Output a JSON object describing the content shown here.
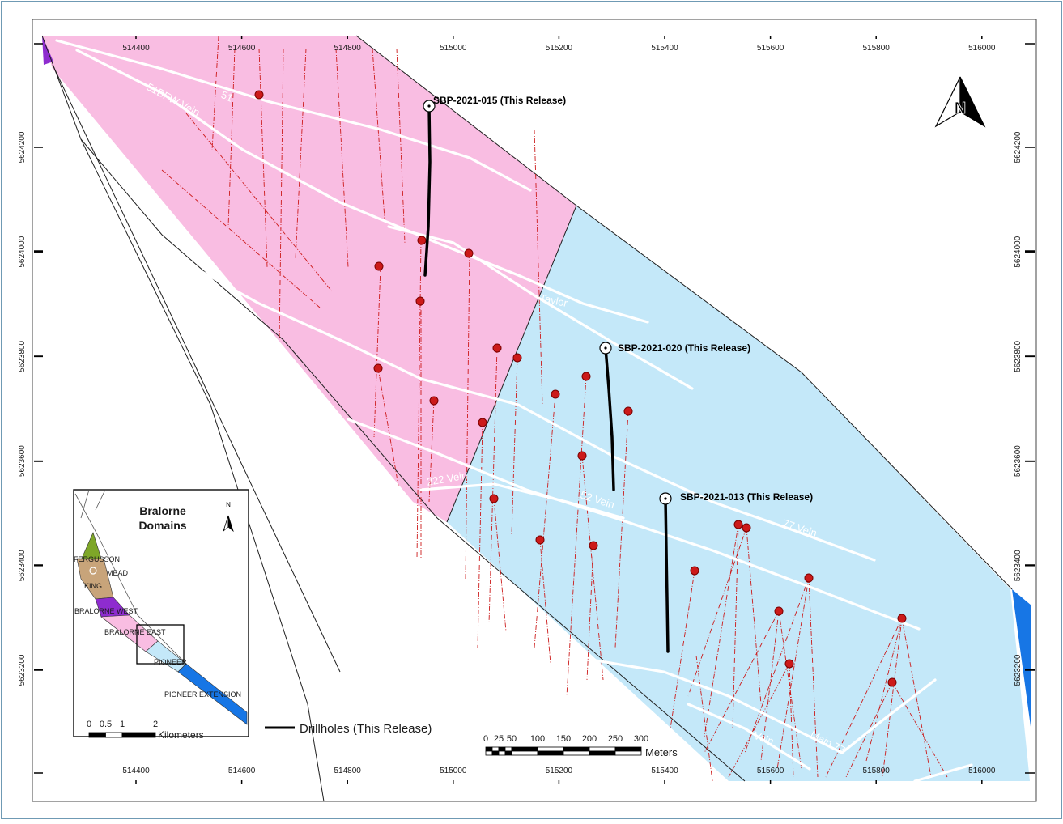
{
  "map": {
    "x_axis_ticks": [
      "514400",
      "514600",
      "514800",
      "515000",
      "515200",
      "515400",
      "515600",
      "515800",
      "516000"
    ],
    "y_axis_ticks": [
      "5624200",
      "5624000",
      "5623800",
      "5623600",
      "5623400",
      "5623200"
    ],
    "vein_labels": [
      "51BFW Vein",
      "51",
      "Taylor",
      "222 Vein",
      "52 Vein",
      "77 Vein",
      "Vein",
      "Main 77"
    ],
    "drillholes": [
      {
        "label": "SBP-2021-015 (This Release)"
      },
      {
        "label": "SBP-2021-020 (This Release)"
      },
      {
        "label": "SBP-2021-013 (This Release)"
      }
    ],
    "north_arrow": "N",
    "legend": {
      "drillholes_label": "Drillholes (This Release)"
    },
    "scale_bar": {
      "ticks": [
        "0",
        "25",
        "50",
        "100",
        "150",
        "200",
        "250",
        "300"
      ],
      "unit": "Meters"
    },
    "inset": {
      "title_line1": "Bralorne",
      "title_line2": "Domains",
      "north": "N",
      "domains": [
        "FERGUSSON",
        "MEAD",
        "KING",
        "BRALORNE WEST",
        "BRALORNE EAST",
        "PIONEER",
        "PIONEER EXTENSION"
      ],
      "scale_ticks": [
        "0",
        "0.5",
        "1",
        "2"
      ],
      "scale_unit": "Kilometers"
    },
    "colors": {
      "bralorne_east": "#f9bde2",
      "pioneer": "#c4e8f9",
      "bralorne_west": "#8e2ccf",
      "pioneer_extension": "#1776e5",
      "fergusson": "#7ea728",
      "king": "#c8a47a",
      "drill_trace": "#cc1a1a",
      "collar": "#cc1a1a",
      "vein": "#ffffff",
      "frame": "#6f9ab4"
    }
  }
}
